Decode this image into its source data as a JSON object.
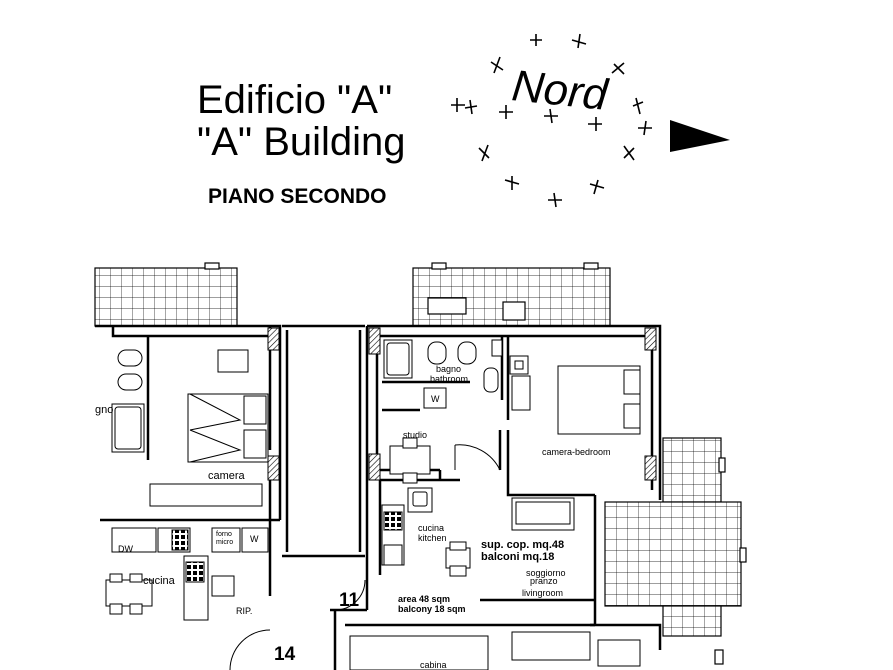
{
  "header": {
    "title_it": "Edificio \"A\"",
    "title_en": "\"A\" Building",
    "floor": "PIANO SECONDO"
  },
  "compass": {
    "label": "Nord"
  },
  "rooms": {
    "bathroom_it": "bagno",
    "bathroom_en": "bathroom",
    "w_mark": "W",
    "study": "studio",
    "bedroom_main": "camera-bedroom",
    "kitchen_it": "cucina",
    "kitchen_en": "kitchen",
    "living_it_1": "soggiorno",
    "living_it_2": "pranzo",
    "living_en": "livingroom",
    "left_bath_partial": "gno",
    "left_camera": "camera",
    "left_cucina": "cucina",
    "rip": "RIP.",
    "dw": "DW",
    "w_left": "W",
    "bottom_partial": "cabina",
    "oven_label_1": "forno",
    "oven_label_2": "micro"
  },
  "summary": {
    "covered_area": "sup. cop. mq.48",
    "balcony_area": "balconi mq.18",
    "area_en": "area 48 sqm",
    "balcony_en": "balcony 18 sqm"
  },
  "units": {
    "unit_11": "11",
    "unit_14": "14"
  }
}
